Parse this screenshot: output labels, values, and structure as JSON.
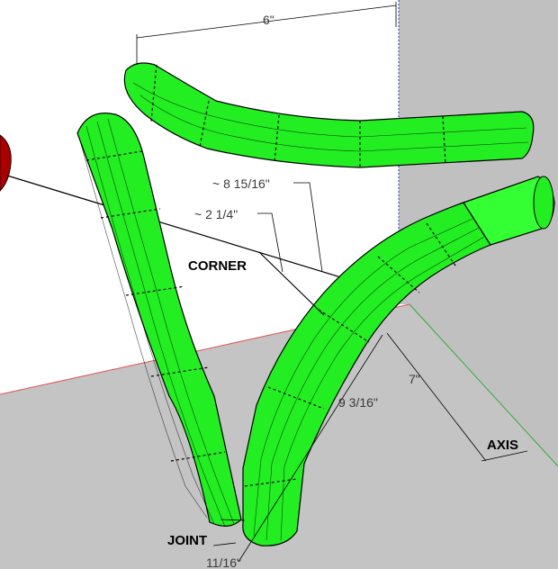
{
  "labels": {
    "top_dim": "6\"",
    "dim_long": "~ 8 15/16\"",
    "dim_short": "~ 2 1/4\"",
    "corner": "CORNER",
    "dim_7": "7\"",
    "dim_9": "9 3/16\"",
    "axis": "AXIS",
    "joint": "JOINT",
    "dim_bottom": "11/16\""
  },
  "colors": {
    "tube_green": "#22ee22",
    "tube_end": "#33ff33",
    "wall": "#c0c0c0",
    "floor": "#c4c4c4",
    "red_ball": "#aa0000",
    "edge_red": "#e05050",
    "edge_green": "#33aa33"
  }
}
